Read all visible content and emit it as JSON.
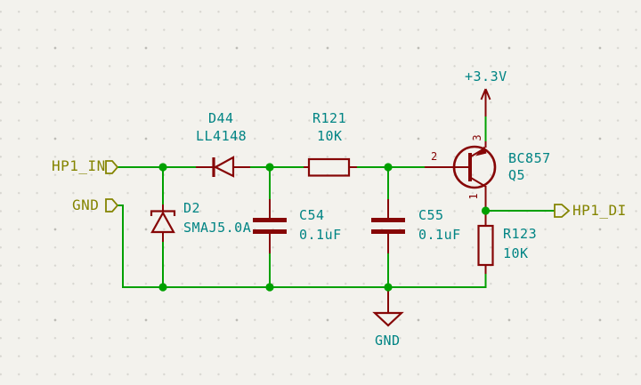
{
  "colors": {
    "bg": "#f3f2ed",
    "grid-dot": "#d7d6d0",
    "grid-dot-major": "#bdbcb6",
    "wire": "#00a000",
    "device": "#860606",
    "fields": "#008484",
    "label": "#848400"
  },
  "ports": {
    "hp1_in": "HP1_IN",
    "gnd_in": "GND",
    "hp1_di": "HP1_DI"
  },
  "power": {
    "vcc": "+3.3V",
    "gnd": "GND"
  },
  "components": {
    "d44": {
      "ref": "D44",
      "value": "LL4148"
    },
    "r121": {
      "ref": "R121",
      "value": "10K"
    },
    "d2": {
      "ref": "D2",
      "value": "SMAJ5.0A"
    },
    "c54": {
      "ref": "C54",
      "value": "0.1uF"
    },
    "c55": {
      "ref": "C55",
      "value": "0.1uF"
    },
    "r123": {
      "ref": "R123",
      "value": "10K"
    },
    "q5": {
      "ref": "Q5",
      "value": "BC857",
      "pin_base": "2",
      "pin_emitter": "3",
      "pin_collector": "1"
    }
  }
}
